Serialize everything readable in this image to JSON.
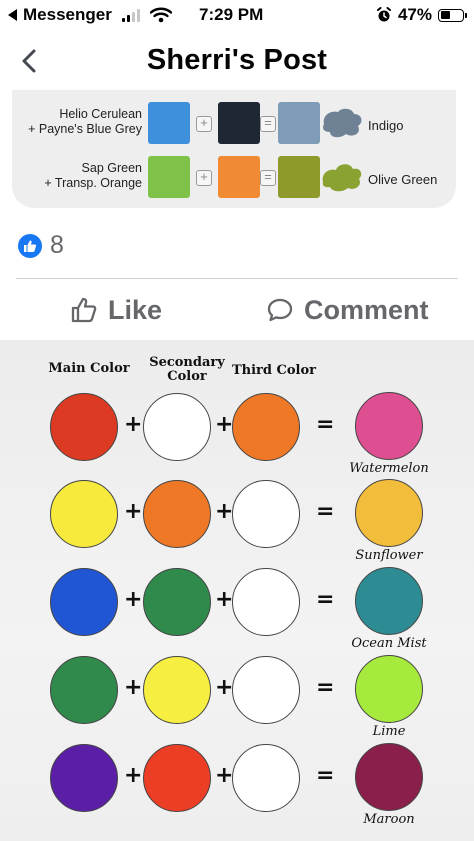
{
  "status_bar": {
    "back_app": "Messenger",
    "time": "7:29 PM",
    "battery": "47%",
    "battery_level": 0.47
  },
  "nav": {
    "title": "Sherri's Post"
  },
  "swatch_card": {
    "rows": [
      {
        "label_line1": "Helio Cerulean",
        "label_line2": "+ Payne's Blue Grey",
        "result": "Indigo",
        "colors": [
          "#3e8fdc",
          "#1f2735",
          "#7e9bb8",
          "#6f8295"
        ]
      },
      {
        "label_line1": "Sap Green",
        "label_line2": "+ Transp. Orange",
        "result": "Olive Green",
        "colors": [
          "#7fc24a",
          "#f08a33",
          "#8f9a2c",
          "#8aa232"
        ]
      }
    ]
  },
  "reactions": {
    "count": "8"
  },
  "actions": {
    "like": "Like",
    "comment": "Comment"
  },
  "mix_chart": {
    "headers": {
      "main": "Main Color",
      "secondary_line1": "Secondary",
      "secondary_line2": "Color",
      "third": "Third Color"
    },
    "rows": [
      {
        "main": "#dc3a22",
        "secondary": "#ffffff",
        "third": "#ef7826",
        "result": "#dd4f90",
        "name": "Watermelon"
      },
      {
        "main": "#f7ea3d",
        "secondary": "#ef7826",
        "third": "#ffffff",
        "result": "#f3bd3c",
        "name": "Sunflower"
      },
      {
        "main": "#2056d4",
        "secondary": "#2f8a4c",
        "third": "#ffffff",
        "result": "#2d8c93",
        "name": "Ocean Mist"
      },
      {
        "main": "#2f8a4c",
        "secondary": "#f7ee42",
        "third": "#ffffff",
        "result": "#a5ea3c",
        "name": "Lime"
      },
      {
        "main": "#5a1fa6",
        "secondary": "#ec3d25",
        "third": "#ffffff",
        "result": "#8a1f4c",
        "name": "Maroon"
      }
    ],
    "plus": "+",
    "equals": "="
  }
}
